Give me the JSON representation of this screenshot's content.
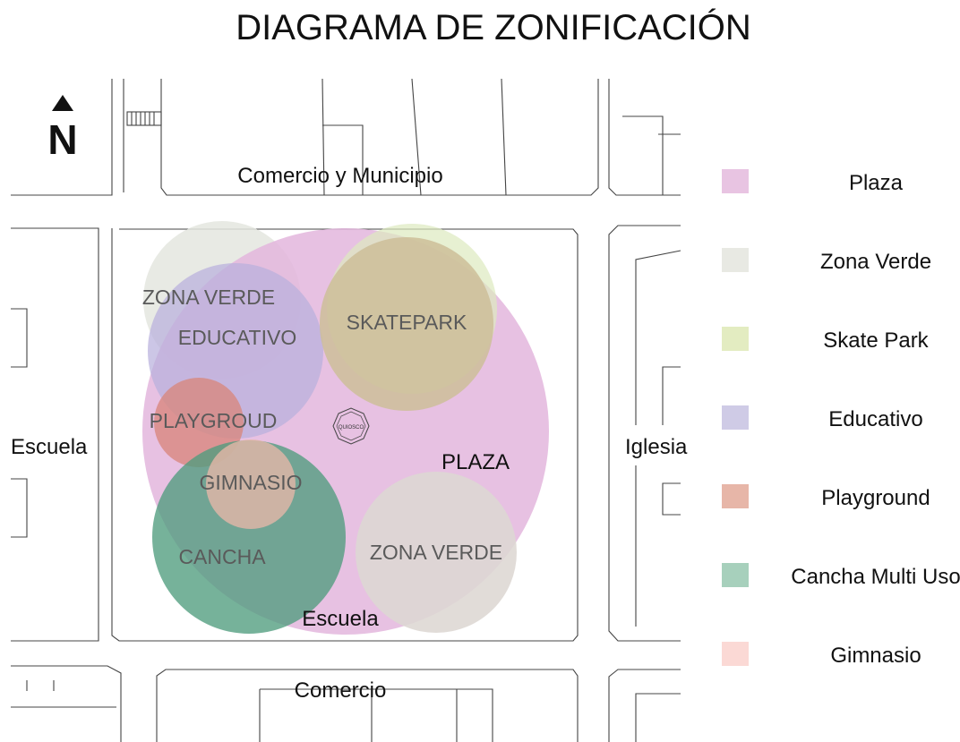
{
  "title": "DIAGRAMA DE ZONIFICACIÓN",
  "north_symbol": "N",
  "streets": {
    "north": "Comercio y Municipio",
    "south": "Comercio",
    "west": "Escuela",
    "east": "Iglesia",
    "south_inner": "Escuela"
  },
  "kiosk_label": "QUIOSCO",
  "zones": [
    {
      "id": "zona-verde-nw",
      "label": "ZONA VERDE",
      "color": "#e4e6df"
    },
    {
      "id": "plaza",
      "label": "PLAZA",
      "color": "#e3b6dd"
    },
    {
      "id": "skatepark-halo",
      "label": "",
      "color": "#dde9bf"
    },
    {
      "id": "educativo",
      "label": "EDUCATIVO",
      "color": "#b9b0dc"
    },
    {
      "id": "skatepark",
      "label": "SKATEPARK",
      "color": "#cdbe99"
    },
    {
      "id": "playground",
      "label": "PLAYGROUD",
      "color": "#d9867c"
    },
    {
      "id": "cancha",
      "label": "CANCHA",
      "color": "#4f9c7d"
    },
    {
      "id": "gimnasio",
      "label": "GIMNASIO",
      "color": "#e5b7a8"
    },
    {
      "id": "zona-verde-se",
      "label": "ZONA VERDE",
      "color": "#ddd7d3"
    }
  ],
  "legend": [
    {
      "label": "Plaza",
      "color": "#e8c4e2"
    },
    {
      "label": "Zona Verde",
      "color": "#e8e9e3"
    },
    {
      "label": "Skate Park",
      "color": "#e3ecc1"
    },
    {
      "label": "Educativo",
      "color": "#cfcbe6"
    },
    {
      "label": "Playground",
      "color": "#e7b6a8"
    },
    {
      "label": "Cancha Multi Uso",
      "color": "#a7d0bc"
    },
    {
      "label": "Gimnasio",
      "color": "#fbd9d5"
    }
  ]
}
